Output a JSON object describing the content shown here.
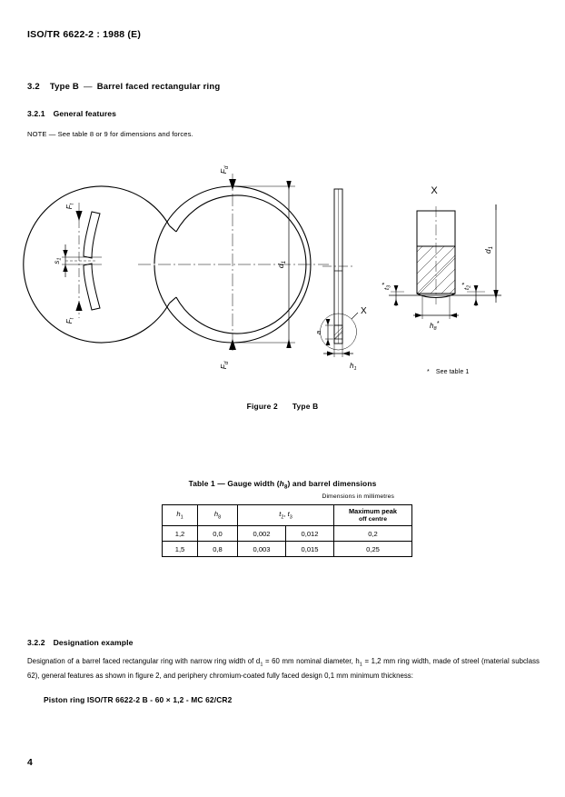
{
  "header": {
    "standard_ref": "ISO/TR 6622-2 : 1988 (E)"
  },
  "section": {
    "number": "3.2",
    "title": "Type B",
    "dash": "—",
    "subtitle": "Barrel faced rectangular ring"
  },
  "subsection_general": {
    "number": "3.2.1",
    "title": "General features",
    "note_label": "NOTE —",
    "note_text": "See table 8 or 9 for dimensions and forces."
  },
  "figure": {
    "caption_label": "Figure 2",
    "caption_text": "Type B",
    "footnote_marker": "*",
    "footnote_text": "See table 1",
    "labels": {
      "force_top": "F",
      "force_top_sub": "d",
      "force_bottom": "F",
      "force_bottom_sub": "d",
      "tangential_top": "F",
      "tangential_top_sub": "t",
      "tangential_bottom": "F",
      "tangential_bottom_sub": "t",
      "gap": "s",
      "gap_sub": "1",
      "diameter_ring": "d",
      "diameter_ring_sub": "1",
      "detail_mark_side": "X",
      "detail_title": "X",
      "axial_a": "a",
      "height_h1": "h",
      "height_h1_sub": "1",
      "diameter_detail": "d",
      "diameter_detail_sub": "1",
      "t3": "t",
      "t3_sub": "3",
      "t3_ast": "*",
      "t2": "t",
      "t2_sub": "2",
      "t2_ast": "*",
      "h8": "h",
      "h8_sub": "8",
      "h8_ast": "*"
    }
  },
  "table": {
    "title_pre": "Table 1 — Gauge width (",
    "title_sym": "h",
    "title_sym_sub": "8",
    "title_post": ") and barrel dimensions",
    "units_note": "Dimensions in millimetres",
    "headers": {
      "h1": "h",
      "h1_sub": "1",
      "h8": "h",
      "h8_sub": "8",
      "t": "t",
      "t_sub_a": "2",
      "t_sub_b": "3",
      "t_sep": ", ",
      "t_sym_b": "t",
      "maxpeak_line1": "Maximum peak",
      "maxpeak_line2": "off centre"
    },
    "rows": [
      {
        "h1": "1,2",
        "h8": "0,0",
        "t2": "0,002",
        "t3": "0,012",
        "maxpeak": "0,2"
      },
      {
        "h1": "1,5",
        "h8": "0,8",
        "t2": "0,003",
        "t3": "0,015",
        "maxpeak": "0,25"
      }
    ]
  },
  "subsection_designation": {
    "number": "3.2.2",
    "title": "Designation example",
    "paragraph_1": "Designation of a barrel faced rectangular ring with narrow ring width of d",
    "paragraph_sub1": "1",
    "paragraph_2": " = 60 mm nominal diameter, h",
    "paragraph_sub2": "1",
    "paragraph_3": " = 1,2 mm ring width, made of streel (material subclass 62), general features as shown in figure 2, and periphery chromium-coated fully faced design 0,1 mm minimum thickness:",
    "designation_string": "Piston ring ISO/TR 6622-2 B - 60 × 1,2 - MC 62/CR2"
  },
  "footer": {
    "page_number": "4"
  },
  "colors": {
    "ink": "#000000",
    "paper": "#ffffff"
  }
}
